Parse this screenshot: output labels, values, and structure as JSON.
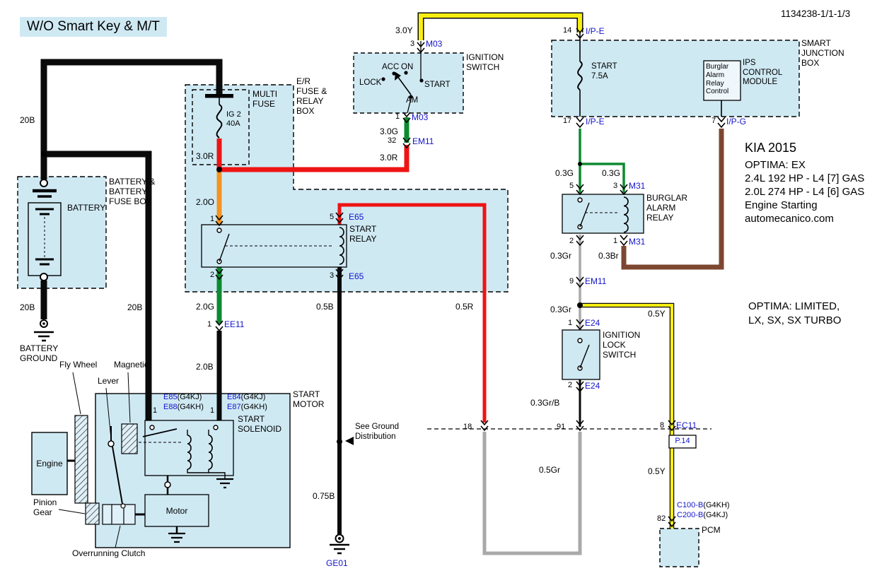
{
  "colors": {
    "bg": "#ffffff",
    "panel": "#cfe9f3",
    "ink": "#000000",
    "blue": "#1414cc",
    "red": "#ee1414",
    "orange": "#f49323",
    "green": "#0d8a30",
    "yellow": "#f8ee12",
    "gray": "#a9a9a9",
    "brown": "#7d4631",
    "black_wire": "#0a0a0a"
  },
  "header": {
    "title": "W/O Smart Key & M/T",
    "doc_number": "1134238-1/1-1/3"
  },
  "info": {
    "brand": "KIA 2015",
    "model": "OPTIMA: EX",
    "engine_a": "2.4L 192 HP - L4 [7] GAS",
    "engine_b": "2.0L 274 HP - L4 [6] GAS",
    "system": "Engine Starting",
    "website": "automecanico.com",
    "other_trims": "OPTIMA: LIMITED,\nLX, SX, SX TURBO"
  },
  "labels": {
    "battery_fuse_box": "BATTERY &\nBATTERY\nFUSE BOX",
    "battery": "BATTERY",
    "battery_ground": "BATTERY\nGROUND",
    "er_fuse_relay_box": "E/R\nFUSE &\nRELAY\nBOX",
    "multi_fuse": "MULTI\nFUSE",
    "ig2_fuse": "IG 2\n40A",
    "ignition_switch": "IGNITION\nSWITCH",
    "ignition_positions": {
      "lock": "LOCK",
      "acc": "ACC",
      "on": "ON",
      "start": "START",
      "am": "AM"
    },
    "smart_junction_box": "SMART\nJUNCTION\nBOX",
    "start_fuse": "START\n7.5A",
    "ips_module": "IPS\nCONTROL\nMODULE",
    "burglar_control": "Burglar\nAlarm\nRelay\nControl",
    "start_relay": "START\nRELAY",
    "burglar_alarm_relay": "BURGLAR\nALARM\nRELAY",
    "ignition_lock_switch": "IGNITION\nLOCK\nSWITCH",
    "start_motor": "START\nMOTOR",
    "start_solenoid": "START\nSOLENOID",
    "motor": "Motor",
    "engine": "Engine",
    "fly_wheel": "Fly Wheel",
    "lever": "Lever",
    "magnetic": "Magnetic",
    "pinion_gear": "Pinion\nGear",
    "overrunning_clutch": "Overrunning Clutch",
    "see_ground": "See Ground\nDistribution",
    "pcm": "PCM"
  },
  "wires": {
    "w20b": "20B",
    "w30y": "3.0Y",
    "w30g": "3.0G",
    "w30r": "3.0R",
    "w20o": "2.0O",
    "w20g": "2.0G",
    "w20b2": "2.0B",
    "w05b": "0.5B",
    "w075b": "0.75B",
    "w05r": "0.5R",
    "w03g": "0.3G",
    "w03gr": "0.3Gr",
    "w03br": "0.3Br",
    "w03grb": "0.3Gr/B",
    "w05gr": "0.5Gr",
    "w05y": "0.5Y"
  },
  "pins": {
    "ign3": "3",
    "ign1": "1",
    "em11_32": "32",
    "sjb14": "14",
    "sjb17": "17",
    "sjb7": "7",
    "bar5": "5",
    "bar3": "3",
    "bar2": "2",
    "bar1": "1",
    "em11_9": "9",
    "ils1": "1",
    "ils2": "2",
    "sr1": "1",
    "sr2": "2",
    "sr5": "5",
    "sr3": "3",
    "ee11_1": "1",
    "c18": "18",
    "c91": "91",
    "ec11_8": "8",
    "pcm82": "82",
    "sol_l": "1",
    "sol_r": "1"
  },
  "conn": {
    "m03": "M03",
    "em11": "EM11",
    "ipe": "I/P-E",
    "ipg": "I/P-G",
    "m31": "M31",
    "e24": "E24",
    "e65": "E65",
    "ee11": "EE11",
    "ec11": "EC11",
    "p14": "P.14",
    "ge01": "GE01",
    "e85": "E85",
    "e85s": "(G4KJ)",
    "e88": "E88",
    "e88s": "(G4KH)",
    "e84": "E84",
    "e84s": "(G4KJ)",
    "e87": "E87",
    "e87s": "(G4KH)",
    "c100": "C100-B",
    "c100s": "(G4KH)",
    "c200": "C200-B",
    "c200s": "(G4KJ)"
  }
}
